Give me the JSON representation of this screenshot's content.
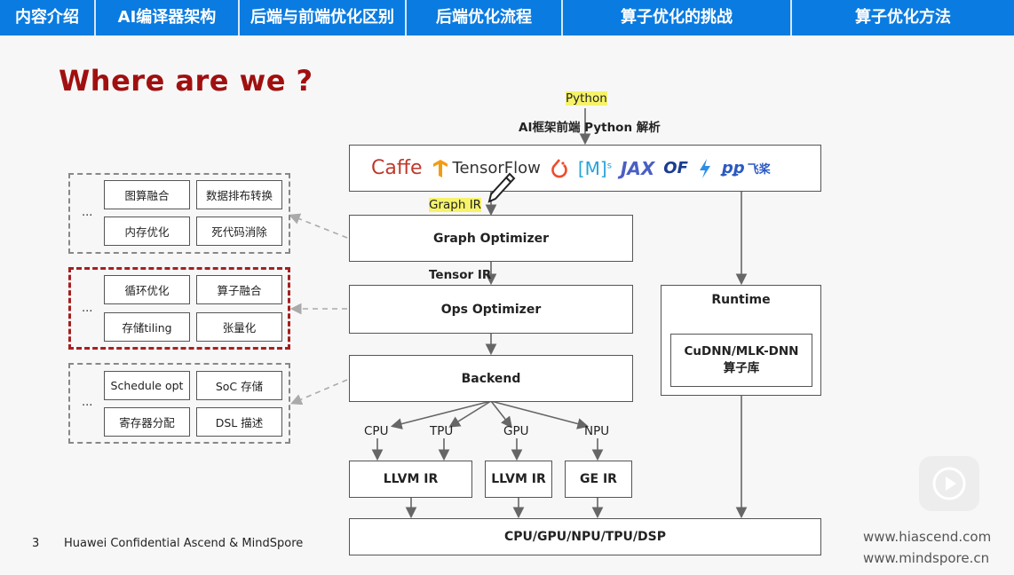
{
  "nav": {
    "tabs": [
      {
        "label": "内容介绍"
      },
      {
        "label": "AI编译器架构"
      },
      {
        "label": "后端与前端优化区别"
      },
      {
        "label": "后端优化流程"
      },
      {
        "label": "算子优化的挑战"
      },
      {
        "label": "算子优化方法"
      }
    ]
  },
  "slide": {
    "title": "Where are we ?",
    "python_label": "Python",
    "frontend_label": "AI框架前端 Python 解析",
    "frameworks": [
      {
        "name": "Caffe",
        "icon": "caffe-logo"
      },
      {
        "name": "TensorFlow",
        "icon": "tensorflow-logo"
      },
      {
        "name": "",
        "icon": "pytorch-logo"
      },
      {
        "name": "[M]",
        "icon": "mindspore-logo"
      },
      {
        "name": "JAX",
        "icon": "jax-logo"
      },
      {
        "name": "OF",
        "icon": "oneflow-logo"
      },
      {
        "name": "",
        "icon": "megengine-logo"
      },
      {
        "name": "飞桨",
        "icon": "paddlepaddle-logo"
      }
    ],
    "graph_ir_label": "Graph IR",
    "graph_optimizer": "Graph Optimizer",
    "tensor_ir_label": "Tensor IR",
    "ops_optimizer": "Ops Optimizer",
    "backend": "Backend",
    "targets": [
      "CPU",
      "TPU",
      "GPU",
      "NPU"
    ],
    "irs": [
      "LLVM IR",
      "LLVM IR",
      "GE IR"
    ],
    "hardware": "CPU/GPU/NPU/TPU/DSP",
    "runtime": {
      "title": "Runtime",
      "lib_line1": "CuDNN/MLK-DNN",
      "lib_line2": "算子库"
    },
    "groups": [
      {
        "dots": "...",
        "items": [
          "图算融合",
          "数据排布转换",
          "内存优化",
          "死代码消除"
        ]
      },
      {
        "dots": "...",
        "items": [
          "循环优化",
          "算子融合",
          "存储tiling",
          "张量化"
        ]
      },
      {
        "dots": "...",
        "items": [
          "Schedule opt",
          "SoC 存储",
          "寄存器分配",
          "DSL 描述"
        ]
      }
    ],
    "footer": {
      "page": "3",
      "text": "Huawei Confidential  Ascend & MindSpore"
    },
    "sites": [
      "www.hiascend.com",
      "www.mindspore.cn"
    ]
  },
  "colors": {
    "nav_bg": "#0a7be0",
    "title": "#a01010",
    "highlight_group": "#a52020",
    "highlight_text": "#f6f36a"
  }
}
